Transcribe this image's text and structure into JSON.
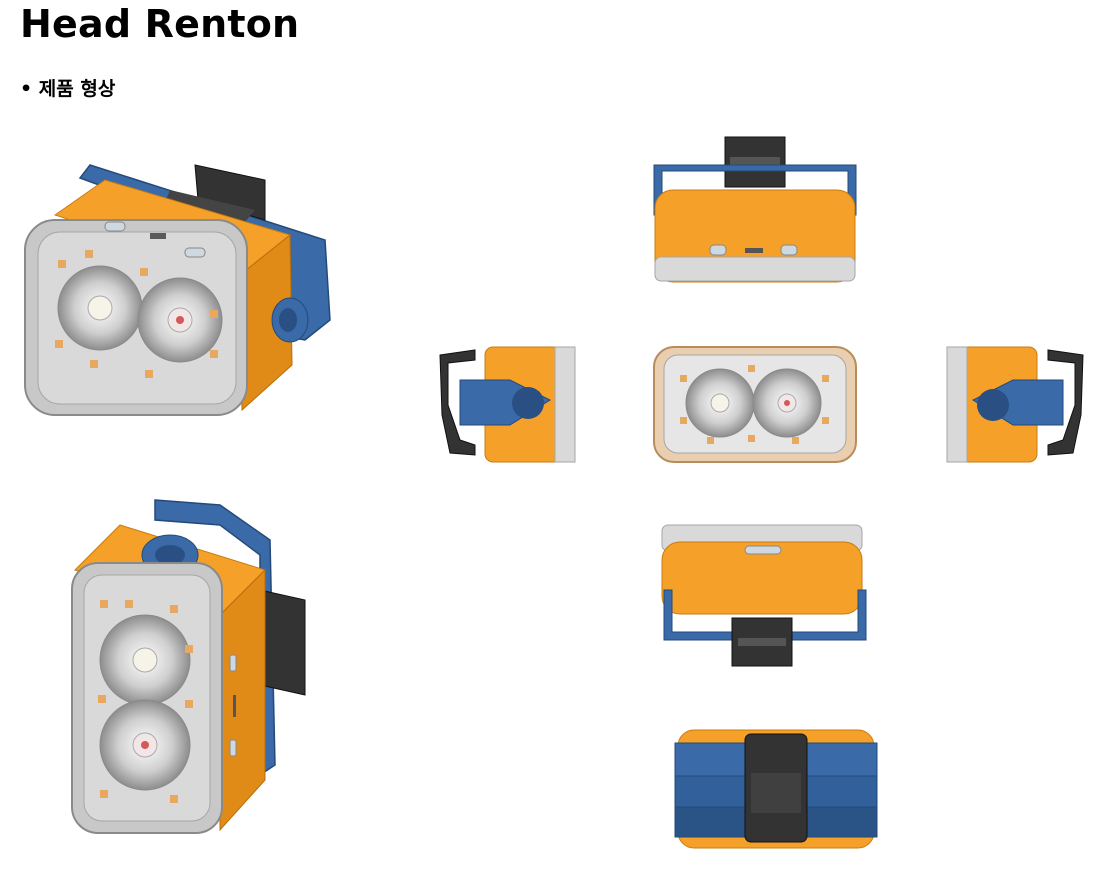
{
  "doc": {
    "title": "Head Renton",
    "bullet": "• 제품 형상"
  },
  "product": {
    "body_color": "#f5a129",
    "body_shade": "#e08a18",
    "bracket_color": "#3a6aa8",
    "clip_color": "#2f2f2f",
    "lens_color": "#d9d9d9",
    "led_color": "#e8a860"
  },
  "views": [
    "isometric-front-view",
    "isometric-vertical-view",
    "top-view",
    "left-side-view",
    "front-view",
    "right-side-view",
    "bottom-view",
    "back-view"
  ]
}
